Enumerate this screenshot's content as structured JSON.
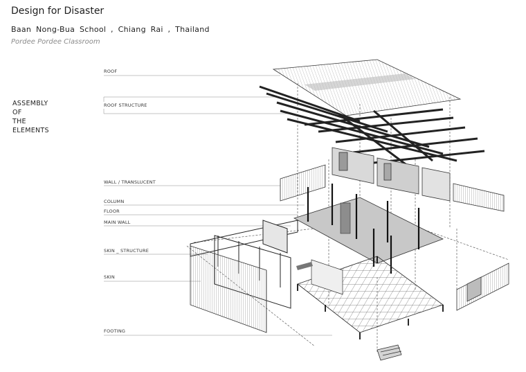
{
  "header": {
    "title": "Design for Disaster",
    "subtitle": "Baan  Nong-Bua  School ,  Chiang  Rai ,  Thailand",
    "project": "Pordee Pordee Classroom"
  },
  "assembly_heading": [
    "ASSEMBLY",
    "OF",
    "THE",
    "ELEMENTS"
  ],
  "layers": {
    "roof": "ROOF",
    "roof_structure": "ROOF  STRUCTURE",
    "wall_translucent": "WALL / TRANSLUCENT",
    "column": "COLUMN",
    "floor": "FLOOR",
    "main_wall": "MAIN  WALL",
    "skin_structure": "SKIN _ STRUCTURE",
    "skin": "SKIN",
    "footing": "FOOTING"
  }
}
